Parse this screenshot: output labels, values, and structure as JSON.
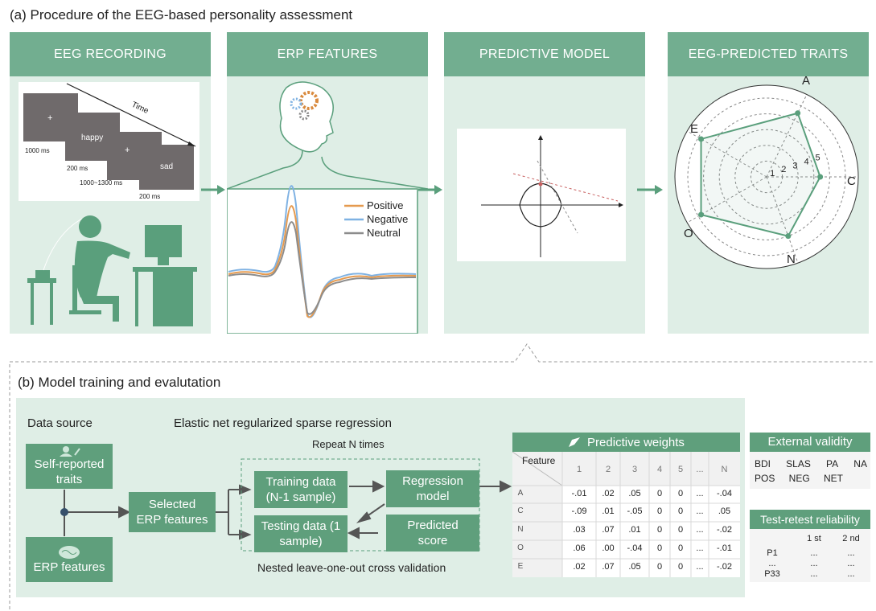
{
  "section_a": {
    "title": "(a) Procedure of the EEG-based personality assessment",
    "panels": [
      {
        "title": "EEG RECORDING"
      },
      {
        "title": "ERP FEATURES"
      },
      {
        "title": "PREDICTIVE MODEL"
      },
      {
        "title": "EEG-PREDICTED TRAITS"
      }
    ],
    "stimulus": {
      "time_label": "Time",
      "frames": [
        {
          "text": "+",
          "duration": "1000 ms"
        },
        {
          "text": "happy",
          "duration": "200 ms"
        },
        {
          "text": "+",
          "duration": "1000~1300 ms"
        },
        {
          "text": "sad",
          "duration": "200 ms"
        }
      ]
    },
    "erp_legend": [
      {
        "name": "Positive",
        "color": "#e59a4f"
      },
      {
        "name": "Negative",
        "color": "#7fb2e3"
      },
      {
        "name": "Neutral",
        "color": "#8c8c8c"
      }
    ],
    "radar": {
      "axes": [
        "A",
        "C",
        "N",
        "O",
        "E"
      ],
      "rings": [
        "1",
        "2",
        "3",
        "4",
        "5"
      ],
      "values": [
        4.5,
        3.4,
        4.0,
        4.8,
        4.8
      ],
      "color": "#5a9f7c"
    }
  },
  "section_b": {
    "title": "(b) Model training and evalutation",
    "data_source": "Data source",
    "regression_title": "Elastic net regularized sparse regression",
    "repeat": "Repeat N times",
    "loocv": "Nested leave-one-out cross validation",
    "boxes": {
      "self_reported": "Self-reported traits",
      "erp_features": "ERP features",
      "selected": "Selected ERP features",
      "training": "Training data (N-1 sample)",
      "testing": "Testing data (1 sample)",
      "regression": "Regression model",
      "predicted": "Predicted score"
    },
    "weights": {
      "title": "Predictive weights",
      "corner": "Feature",
      "columns": [
        "1",
        "2",
        "3",
        "4",
        "5",
        "...",
        "N"
      ],
      "rows": [
        {
          "trait": "A",
          "values": [
            "-.01",
            ".02",
            ".05",
            "0",
            "0",
            "...",
            "-.04"
          ]
        },
        {
          "trait": "C",
          "values": [
            "-.09",
            ".01",
            "-.05",
            "0",
            "0",
            "...",
            ".05"
          ]
        },
        {
          "trait": "N",
          "values": [
            ".03",
            ".07",
            ".01",
            "0",
            "0",
            "...",
            "-.02"
          ]
        },
        {
          "trait": "O",
          "values": [
            ".06",
            ".00",
            "-.04",
            "0",
            "0",
            "...",
            "-.01"
          ]
        },
        {
          "trait": "E",
          "values": [
            ".02",
            ".07",
            ".05",
            "0",
            "0",
            "...",
            "-.02"
          ]
        }
      ]
    },
    "external_validity": {
      "title": "External validity",
      "row1": [
        "BDI",
        "SLAS",
        "PA",
        "NA"
      ],
      "row2": [
        "POS",
        "NEG",
        "NET",
        ""
      ]
    },
    "retest": {
      "title": "Test-retest reliability",
      "headers": [
        "",
        "1 st",
        "2 nd"
      ],
      "rows": [
        [
          "P1",
          "...",
          "..."
        ],
        [
          "...",
          "...",
          "..."
        ],
        [
          "P33",
          "...",
          "..."
        ]
      ]
    }
  }
}
